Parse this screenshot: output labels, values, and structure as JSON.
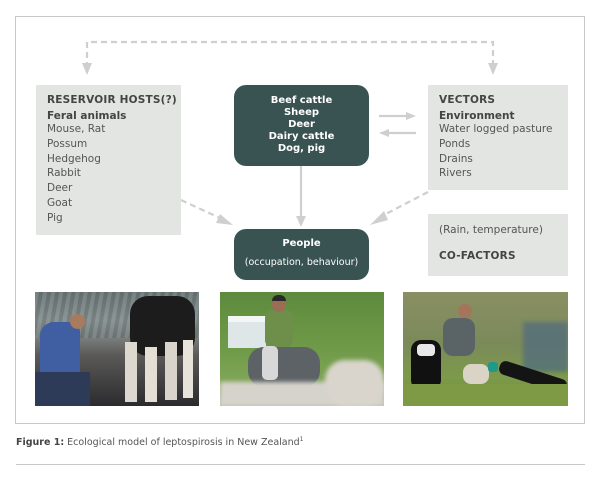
{
  "reservoir": {
    "title": "RESERVOIR HOSTS(?)",
    "subtitle": "Feral animals",
    "items": [
      "Mouse, Rat",
      "Possum",
      "Hedgehog",
      "Rabbit",
      "Deer",
      "Goat",
      "Pig"
    ]
  },
  "livestock": {
    "items": [
      "Beef cattle",
      "Sheep",
      "Deer",
      "Dairy cattle",
      "Dog, pig"
    ]
  },
  "vectors": {
    "title": "VECTORS",
    "subtitle": "Environment",
    "items": [
      "Water logged pasture",
      "Ponds",
      "Drains",
      "Rivers"
    ]
  },
  "cofactors": {
    "detail": "(Rain, temperature)",
    "title": "CO-FACTORS"
  },
  "people": {
    "title": "People",
    "detail": "(occupation, behaviour)"
  },
  "photos": [
    {
      "subject": "dairy-farmer-milking-cows"
    },
    {
      "subject": "woman-riding-horse-with-sheep"
    },
    {
      "subject": "farmer-with-dog-and-sheep"
    }
  ],
  "caption": {
    "label": "Figure 1:",
    "text": " Ecological model of leptospirosis in New Zealand",
    "ref": "1"
  },
  "colors": {
    "dark_box": "#385352",
    "grey_box": "#e3e5e2",
    "arrow": "#cfcfcf"
  }
}
